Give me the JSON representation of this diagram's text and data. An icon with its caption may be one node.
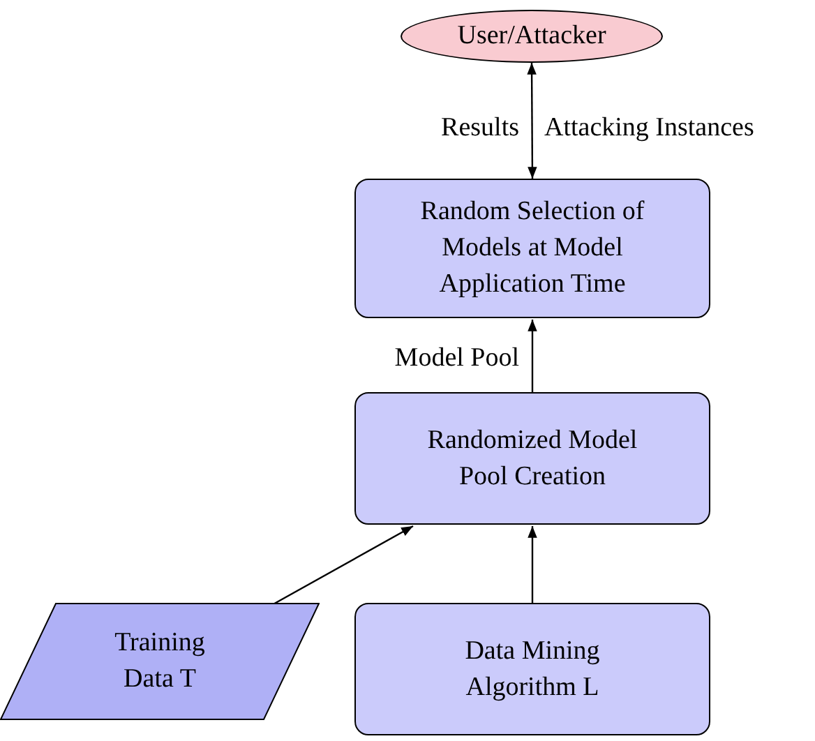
{
  "diagram": {
    "nodes": [
      {
        "text": [
          "User/Attacker"
        ]
      },
      {
        "text": [
          "Random Selection of Models at Model Application Time"
        ]
      },
      {
        "text": [
          "Randomized Model Pool Creation"
        ]
      },
      {
        "text": [
          "Training Data T"
        ]
      },
      {
        "text": [
          "Data Mining Algorithm L"
        ]
      }
    ],
    "edges": [
      {
        "from": 0,
        "to": 1,
        "arrow": "both"
      },
      {
        "from": 2,
        "to": 1,
        "arrow": "to",
        "label": "Model Pool"
      },
      {
        "from": 3,
        "to": 2,
        "arrow": "to"
      },
      {
        "from": 4,
        "to": 2,
        "arrow": "to"
      }
    ],
    "labels": [
      "Results",
      "Attacking Instances"
    ]
  }
}
